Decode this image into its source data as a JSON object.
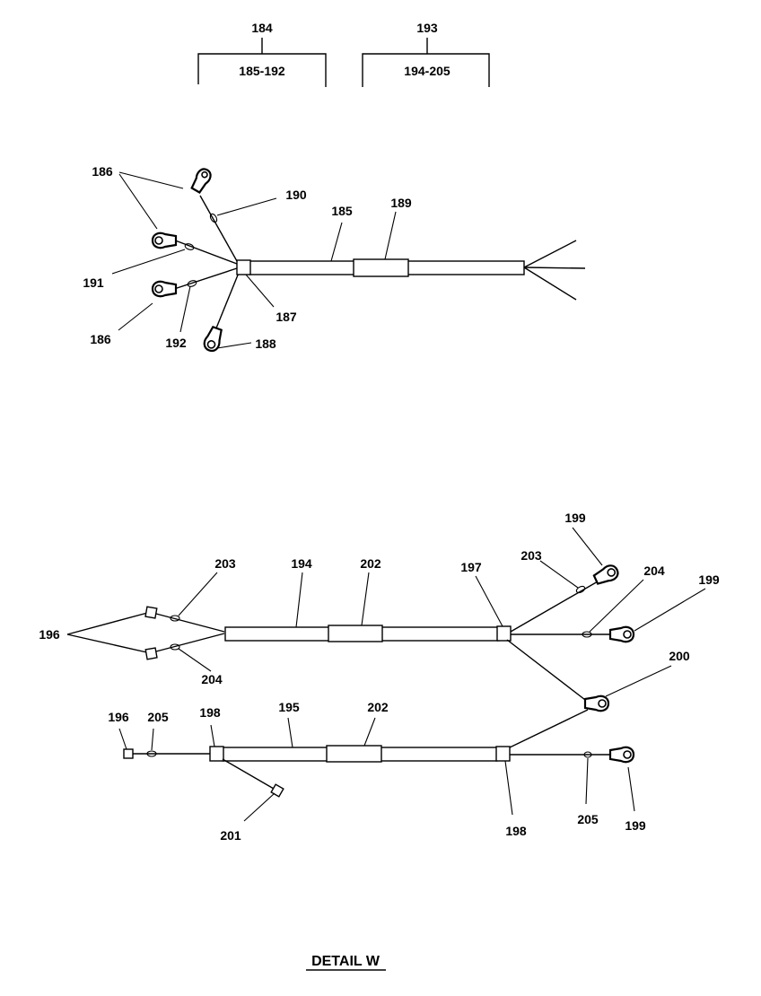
{
  "title": "DETAIL W",
  "groups": [
    {
      "id": "184",
      "range": "185-192"
    },
    {
      "id": "193",
      "range": "194-205"
    }
  ],
  "callouts": {
    "c186a": "186",
    "c190": "190",
    "c185": "185",
    "c189": "189",
    "c191": "191",
    "c187": "187",
    "c186b": "186",
    "c192": "192",
    "c188": "188",
    "c199a": "199",
    "c203a": "203",
    "c194": "194",
    "c202a": "202",
    "c197": "197",
    "c203b": "203",
    "c204a": "204",
    "c199b": "199",
    "c196a": "196",
    "c204b": "204",
    "c200": "200",
    "c196b": "196",
    "c205a": "205",
    "c198a": "198",
    "c195": "195",
    "c202b": "202",
    "c201": "201",
    "c198b": "198",
    "c205b": "205",
    "c199c": "199"
  }
}
